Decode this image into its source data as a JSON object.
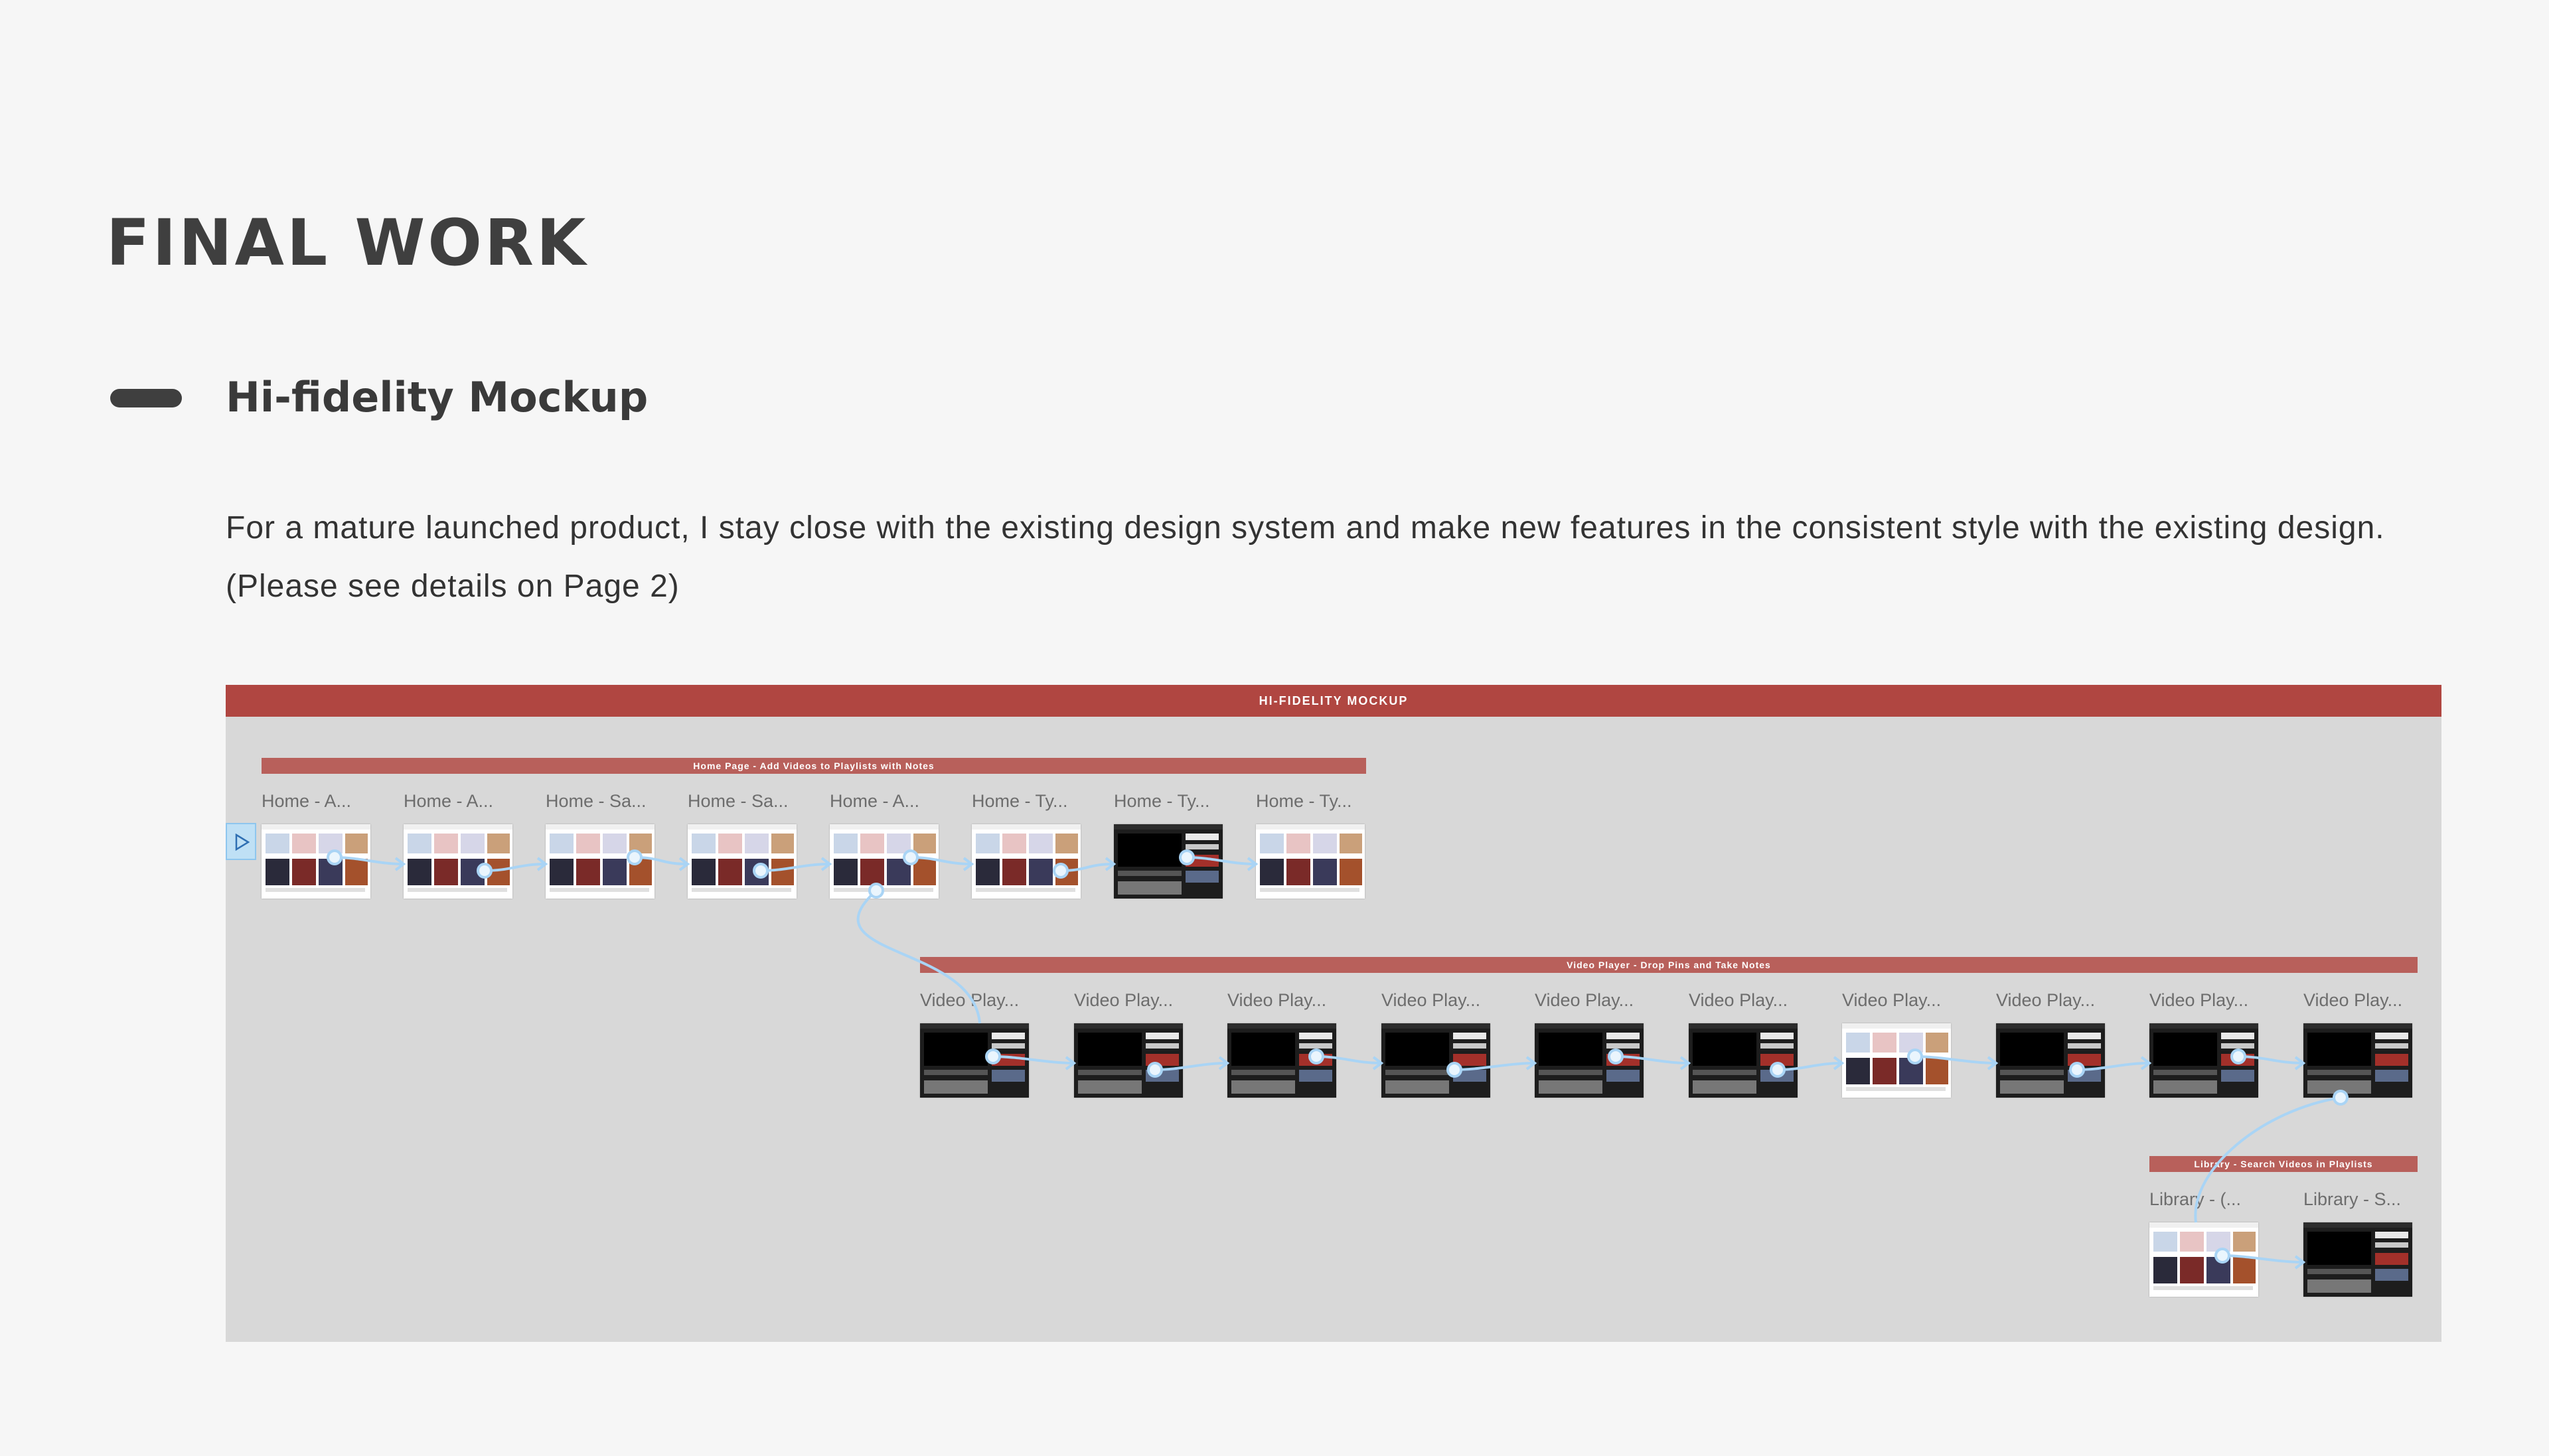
{
  "page": {
    "title": "FINAL WORK",
    "section_title": "Hi-fidelity Mockup",
    "description": "For a mature launched product, I stay close with the existing design system and make new features in the consistent style with the existing design. (Please see details on Page 2)"
  },
  "mockup": {
    "header": "HI-FIDELITY MOCKUP",
    "sections": [
      {
        "title": "Home Page - Add Videos to Playlists with Notes",
        "frames": [
          "Home - A...",
          "Home - A...",
          "Home - Sa...",
          "Home - Sa...",
          "Home - A...",
          "Home - Ty...",
          "Home - Ty...",
          "Home - Ty..."
        ]
      },
      {
        "title": "Video Player - Drop Pins and Take Notes",
        "frames": [
          "Video Play...",
          "Video Play...",
          "Video Play...",
          "Video Play...",
          "Video Play...",
          "Video Play...",
          "Video Play...",
          "Video Play...",
          "Video Play...",
          "Video Play..."
        ]
      },
      {
        "title": "Library - Search Videos in Playlists",
        "frames": [
          "Library - (...",
          "Library - S..."
        ]
      }
    ],
    "colors": {
      "header": "#b04641",
      "section_bar": "#b8605b",
      "canvas": "#d8d8d8",
      "link": "#a9d4f5"
    },
    "icons": {
      "start": "play-triangle-icon"
    }
  }
}
